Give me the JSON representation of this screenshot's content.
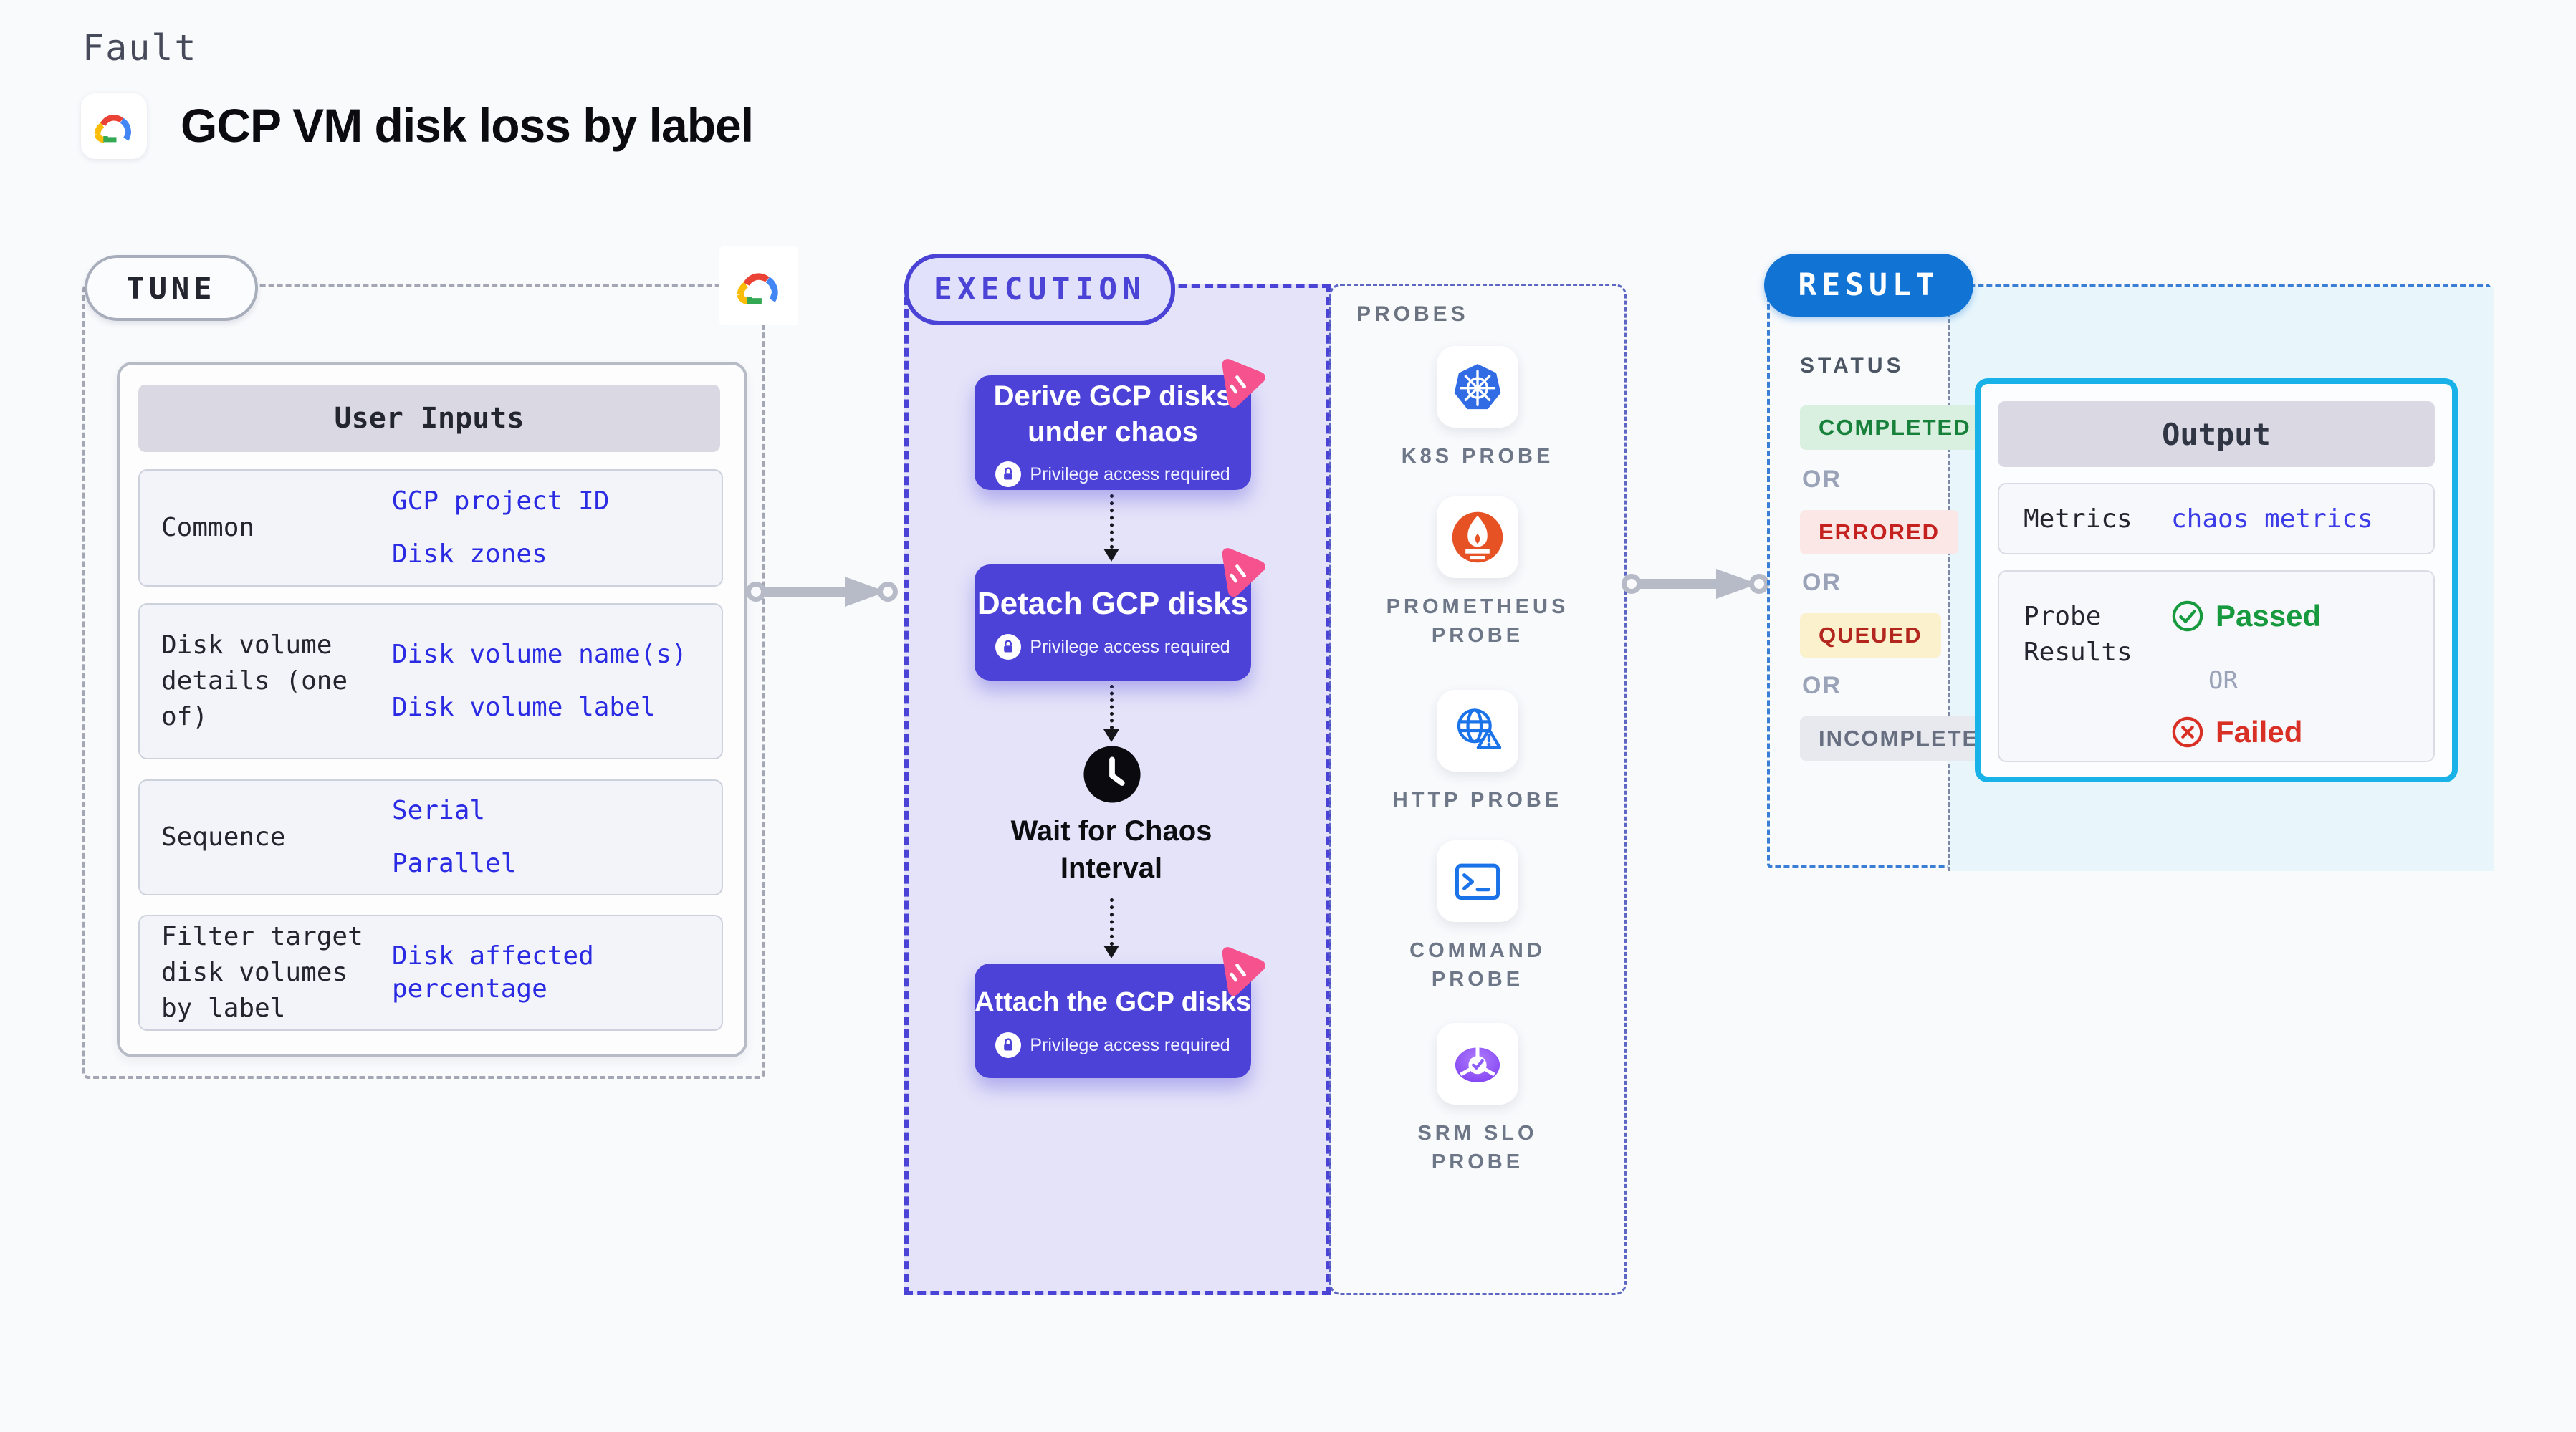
{
  "header": {
    "fault_label": "Fault",
    "title": "GCP VM disk loss by label"
  },
  "tune": {
    "pill": "TUNE",
    "table": {
      "header": "User Inputs",
      "rows": [
        {
          "label": "Common",
          "values": [
            "GCP project ID",
            "Disk zones"
          ]
        },
        {
          "label": "Disk volume details (one of)",
          "values": [
            "Disk volume name(s)",
            "Disk volume label"
          ]
        },
        {
          "label": "Sequence",
          "values": [
            "Serial",
            "Parallel"
          ]
        },
        {
          "label": "Filter target disk volumes by label",
          "values": [
            "Disk affected percentage"
          ]
        }
      ]
    }
  },
  "execution": {
    "pill": "EXECUTION",
    "privilege_badge": "Privilege access required",
    "steps": [
      {
        "title": "Derive GCP disks under chaos",
        "badge": "Privilege access required"
      },
      {
        "title": "Detach GCP disks",
        "badge": "Privilege access required"
      },
      {
        "title": "Wait for Chaos Interval",
        "type": "wait"
      },
      {
        "title": "Attach the GCP disks",
        "badge": "Privilege access required"
      }
    ]
  },
  "probes": {
    "heading": "PROBES",
    "items": [
      {
        "label": "K8S PROBE",
        "icon": "kubernetes-icon"
      },
      {
        "label": "PROMETHEUS PROBE",
        "icon": "prometheus-icon"
      },
      {
        "label": "HTTP PROBE",
        "icon": "http-globe-icon"
      },
      {
        "label": "COMMAND PROBE",
        "icon": "terminal-icon"
      },
      {
        "label": "SRM SLO PROBE",
        "icon": "srm-slo-icon"
      }
    ]
  },
  "result": {
    "pill": "RESULT",
    "status": {
      "heading": "STATUS",
      "or_label": "OR",
      "badges": [
        {
          "label": "COMPLETED",
          "text_color": "#17803a",
          "bg_color": "#d9f0e0"
        },
        {
          "label": "ERRORED",
          "text_color": "#c5221f",
          "bg_color": "#fbe7e6"
        },
        {
          "label": "QUEUED",
          "text_color": "#b3261e",
          "bg_color": "#fcf1cd"
        },
        {
          "label": "INCOMPLETED",
          "text_color": "#666e80",
          "bg_color": "#e8e9ef"
        }
      ]
    },
    "output": {
      "header": "Output",
      "metrics_label": "Metrics",
      "metrics_value": "chaos metrics",
      "probe_results_label": "Probe Results",
      "passed_label": "Passed",
      "or_label": "OR",
      "failed_label": "Failed"
    }
  },
  "colors": {
    "page_bg": "#f8fafc",
    "indigo_accent": "#4a43d6",
    "step_block_bg": "#4c42d8",
    "execution_fill": "#e4e3f9",
    "pink_chaos_badge": "#f6528e",
    "result_blue": "#1173d4",
    "output_border_cyan": "#18b2e8",
    "result_panel_fill": "#e8f6fc",
    "value_text_blue": "#2a2be2",
    "passed_green": "#169a3d",
    "failed_red": "#d93025",
    "arrow_gray": "#b7bbc7"
  }
}
